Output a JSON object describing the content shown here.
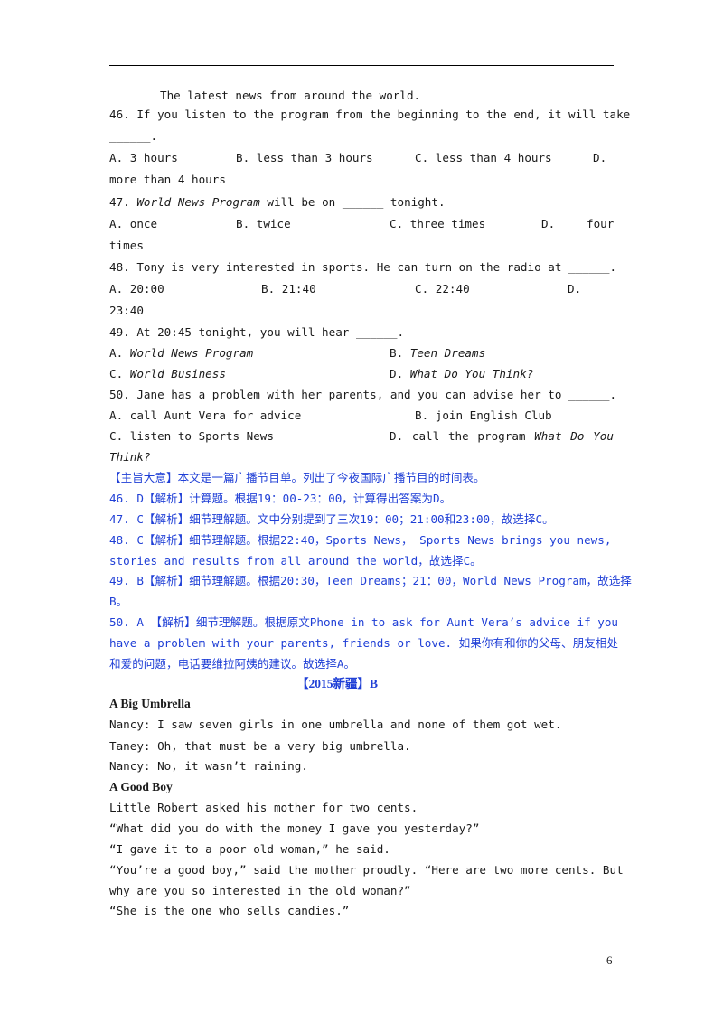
{
  "lines": {
    "intro": "The latest news from around the world.",
    "q46": "46. If you listen to the program from the beginning to the end, it will take",
    "q46_blank": "______.",
    "q46_a": "A. 3 hours",
    "q46_b": "B. less than 3 hours",
    "q46_c": "C. less than 4 hours",
    "q46_d": "D.",
    "q46_d2": "more than 4 hours",
    "q47_num": "47.",
    "q47_title": "World News Program",
    "q47_rest": "will be on ______ tonight.",
    "q47_a": "A. once",
    "q47_b": "B. twice",
    "q47_c": "C. three times",
    "q47_d": "D.",
    "q47_d_word": "four",
    "q47_d2": "times",
    "q48": "48. Tony is very interested in sports. He can turn on the radio at ______.",
    "q48_a": "A. 20:00",
    "q48_b": "B. 21:40",
    "q48_c": "C. 22:40",
    "q48_d": "D.",
    "q48_d2": "23:40",
    "q49": "49. At 20:45 tonight, you will hear ______.",
    "q49_a_pre": "A.",
    "q49_a": "World News Program",
    "q49_b_pre": "B.",
    "q49_b": "Teen Dreams",
    "q49_c_pre": "C.",
    "q49_c": "World Business",
    "q49_d_pre": "D.",
    "q49_d": "What Do You Think?",
    "q50": "50. Jane has a problem with her parents, and you can advise her to ______.",
    "q50_a": "A. call Aunt Vera for advice",
    "q50_b": "B. join English Club",
    "q50_c": "C. listen to Sports News",
    "q50_d": "D.",
    "q50_d_call": "call",
    "q50_d_the": "the",
    "q50_d_program": "program",
    "q50_d_what": "What",
    "q50_d_do": "Do",
    "q50_d_you": "You",
    "q50_d2": "Think?"
  },
  "analysis": {
    "summary": "【主旨大意】本文是一篇广播节目单。列出了今夜国际广播节目的时间表。",
    "a46": "46. D【解析】计算题。根据19：00-23：00，计算得出答案为D。",
    "a47": "47. C【解析】细节理解题。文中分别提到了三次19：00；21:00和23:00，故选择C。",
    "a48_1": "48. C【解析】细节理解题。根据22:40，Sports News， Sports News brings you news,",
    "a48_2": "stories and results from all around the world，故选择C。",
    "a49_1": "49. B【解析】细节理解题。根据20:30，Teen Dreams；21：00，World News Program，故选择",
    "a49_2": "B。",
    "a50_1": "50. A 【解析】细节理解题。根据原文Phone in to ask for Aunt Vera’s advice if you",
    "a50_2": "have a problem with your parents, friends or love. 如果你有和你的父母、朋友相处",
    "a50_3": "和爱的问题，电话要维拉阿姨的建议。故选择A。"
  },
  "section": {
    "source": "【2015新疆】B",
    "story1_title": "A Big Umbrella",
    "story1": [
      "Nancy: I saw seven girls in one umbrella and none of them got wet.",
      "Taney: Oh, that must be a very big umbrella.",
      "Nancy: No, it wasn’t raining."
    ],
    "story2_title": "A Good Boy",
    "story2": [
      "Little Robert asked his mother for two cents.",
      "“What did you do with the money I gave you yesterday?”",
      "“I gave it to a poor old woman,” he said.",
      "“You’re a good boy,” said the mother proudly. “Here are two more cents. But",
      "why are you so interested in the old woman?”",
      "“She is the one who sells candies.”"
    ]
  },
  "page_number": "6"
}
